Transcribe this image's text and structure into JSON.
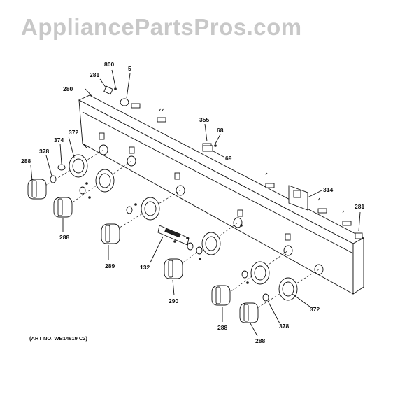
{
  "watermark": "AppliancePartsPros.com",
  "art_number": "(ART NO. WB14619 C2)",
  "callouts": {
    "c800": "800",
    "c5": "5",
    "c281a": "281",
    "c280": "280",
    "c355": "355",
    "c68": "68",
    "c69": "69",
    "c372a": "372",
    "c374": "374",
    "c378a": "378",
    "c288a": "288",
    "c288b": "288",
    "c314": "314",
    "c281b": "281",
    "c289": "289",
    "c132": "132",
    "c290": "290",
    "c372b": "372",
    "c378b": "378",
    "c288c": "288",
    "c288d": "288"
  },
  "colors": {
    "line": "#111111",
    "watermark": "#c8c8c8",
    "background": "#ffffff"
  }
}
